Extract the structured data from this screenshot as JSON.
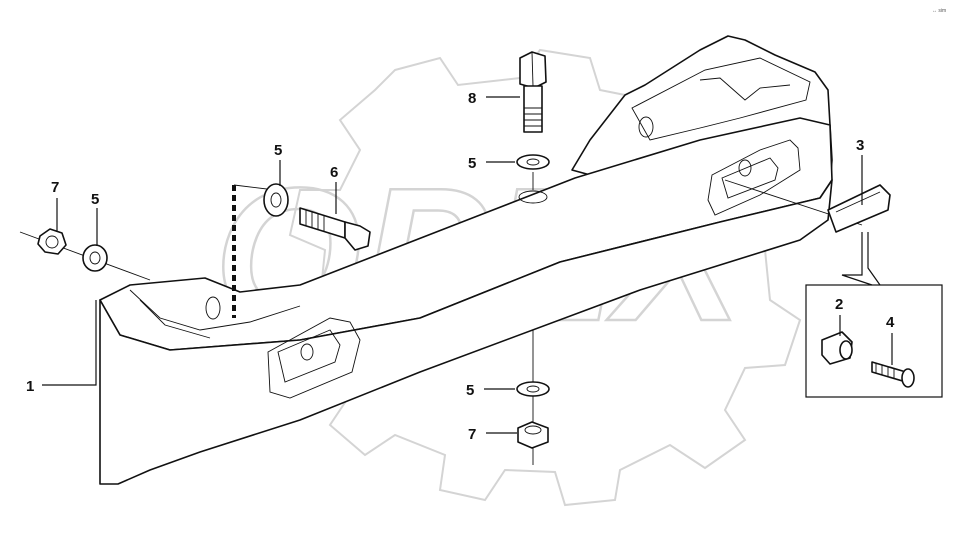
{
  "corner_mark": "↔ sim",
  "watermark_text": "OPEX",
  "callouts": [
    {
      "id": "callout-1",
      "label": "1"
    },
    {
      "id": "callout-2",
      "label": "2"
    },
    {
      "id": "callout-3",
      "label": "3"
    },
    {
      "id": "callout-4",
      "label": "4"
    },
    {
      "id": "callout-5-left",
      "label": "5"
    },
    {
      "id": "callout-5-top-left",
      "label": "5"
    },
    {
      "id": "callout-5-top",
      "label": "5"
    },
    {
      "id": "callout-5-bottom",
      "label": "5"
    },
    {
      "id": "callout-6",
      "label": "6"
    },
    {
      "id": "callout-7-left",
      "label": "7"
    },
    {
      "id": "callout-7-bottom",
      "label": "7"
    },
    {
      "id": "callout-8",
      "label": "8"
    }
  ]
}
